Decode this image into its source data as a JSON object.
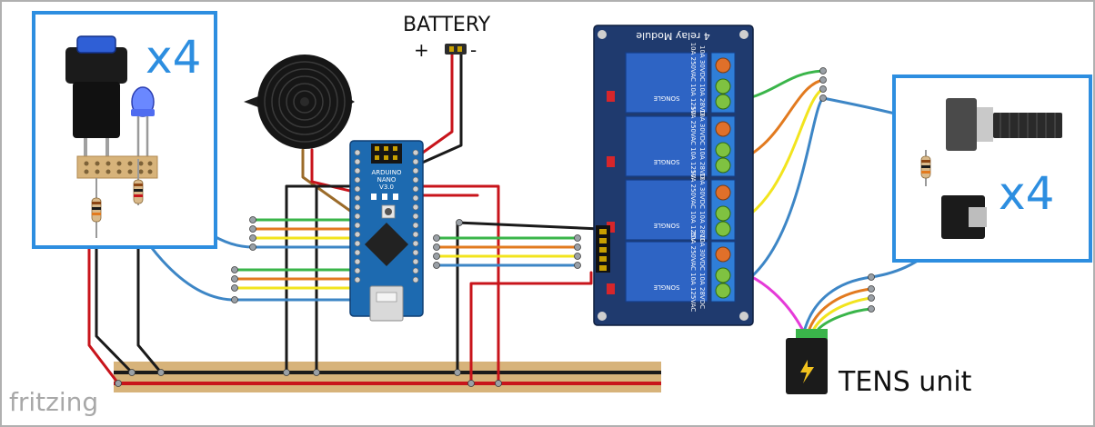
{
  "labels": {
    "battery": "BATTERY",
    "plus": "+",
    "minus": "-",
    "mult_left": "x4",
    "mult_right": "x4",
    "tens": "TENS unit",
    "relay_module": "4 relay Module",
    "watermark": "fritzing",
    "nano_title": "ARDUINO",
    "nano_sub1": "NANO",
    "nano_sub2": "V3.0",
    "relay_brand": "SONGLE",
    "relay_spec1": "10A 250VAC  10A 125VAC",
    "relay_spec2": "10A 30VDC   10A 28VDC"
  },
  "colors": {
    "wire_red": "#c8141b",
    "wire_black": "#1a1a1a",
    "wire_green": "#3ab54a",
    "wire_yellow": "#f2e41e",
    "wire_orange": "#e27a1f",
    "wire_blue": "#3d86c6",
    "wire_magenta": "#e53ad8",
    "wire_brown": "#9b6b2a",
    "frame_blue": "#2d8ee0",
    "nano_blue": "#1d6ab0",
    "relay_board": "#1f3a6e",
    "relay_blue": "#2e64c4",
    "breadboard_rail": "#d7b37a"
  }
}
